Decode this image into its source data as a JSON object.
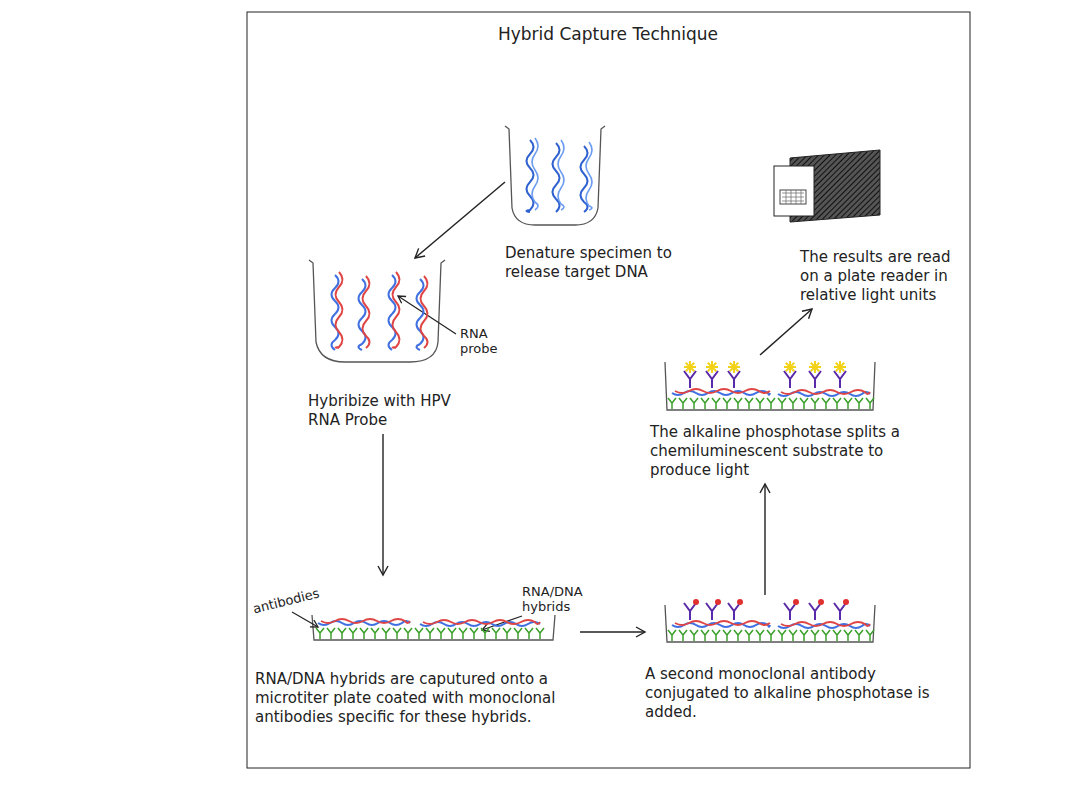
{
  "diagram": {
    "title": "Hybrid Capture Technique",
    "nodes": [
      {
        "text": [
          "Denature specimen to release target DNA"
        ]
      },
      {
        "text": [
          "Hybribize with HPV RNA Probe"
        ]
      },
      {
        "text": [
          "RNA/DNA hybrids are caputured onto a microtiter plate coated with monoclonal antibodies specific for these hybrids."
        ]
      },
      {
        "text": [
          "A second monoclonal antibody conjugated to alkaline phosphotase is added."
        ]
      },
      {
        "text": [
          "The alkaline phosphotase splits a chemiluminescent substrate to produce light"
        ]
      },
      {
        "text": [
          "The results are read on a plate reader in relative light units"
        ]
      }
    ],
    "edges": [
      {
        "from": 0,
        "to": 1,
        "arrow": "to"
      },
      {
        "from": 1,
        "to": 2,
        "arrow": "to"
      },
      {
        "from": 2,
        "to": 3,
        "arrow": "to"
      },
      {
        "from": 3,
        "to": 4,
        "arrow": "to"
      },
      {
        "from": 4,
        "to": 5,
        "arrow": "to"
      }
    ],
    "labels": [
      "RNA probe",
      "RNA/DNA hybrids",
      "antibodies"
    ]
  }
}
